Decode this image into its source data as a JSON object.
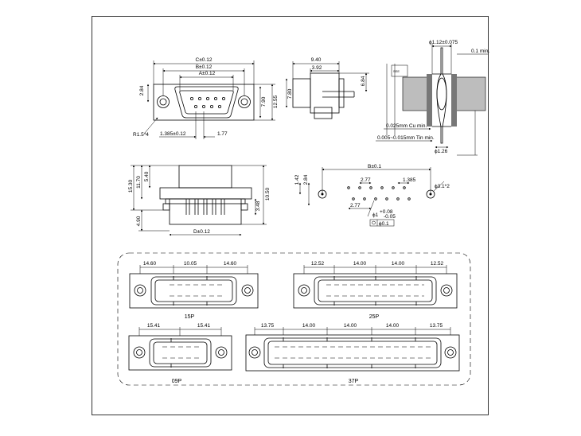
{
  "drawing": {
    "front_view": {
      "dim_c": "C±0.12",
      "dim_b": "B±0.12",
      "dim_a": "A±0.12",
      "dim_2_84": "2.84",
      "dim_7_90": "7.90",
      "dim_12_55": "12.55",
      "radius": "R1.5*4",
      "dim_1_385": "1.385±0.12",
      "dim_1_77": "1.77"
    },
    "side_view": {
      "dim_9_40": "9.40",
      "dim_3_92": "3.92",
      "dim_6_84": "6.84",
      "dim_7_80": "7.80"
    },
    "section_view": {
      "dim_top": "ϕ1.12±0.075",
      "dim_min": "0.1 min.",
      "note_cu": "0.025mm Cu min.",
      "note_tin": "0.005~0.015mm Tin min.",
      "dim_bottom": "ϕ1.26"
    },
    "bottom_view": {
      "dim_15_30": "15.30",
      "dim_11_70": "11.70",
      "dim_5_40": "5.40",
      "dim_10_50": "10.50",
      "dim_3_48": "3.48",
      "dim_4_90": "4.90",
      "dim_d": "D±0.12"
    },
    "pcb_layout": {
      "dim_b": "B±0.1",
      "dim_1_42": "1.42",
      "dim_2_84": "2.84",
      "dim_2_77": "2.77",
      "dim_1_385": "1.385",
      "dim_2_77b": "2.77",
      "dim_hole": "ϕ3.1*2",
      "tol_upper": "+0.08",
      "tol_lower": "-0.05",
      "hole_dia": "ϕ1",
      "tol_frame": "ϕ0.1"
    },
    "variants": {
      "p15": {
        "label": "15P",
        "dims": [
          "14.60",
          "10.05",
          "14.60"
        ]
      },
      "p25": {
        "label": "25P",
        "dims": [
          "12.52",
          "14.00",
          "14.00",
          "12.52"
        ]
      },
      "p09": {
        "label": "09P",
        "dims": [
          "15.41",
          "15.41"
        ]
      },
      "p37": {
        "label": "37P",
        "dims": [
          "13.75",
          "14.00",
          "14.00",
          "14.00",
          "13.75"
        ]
      }
    }
  }
}
